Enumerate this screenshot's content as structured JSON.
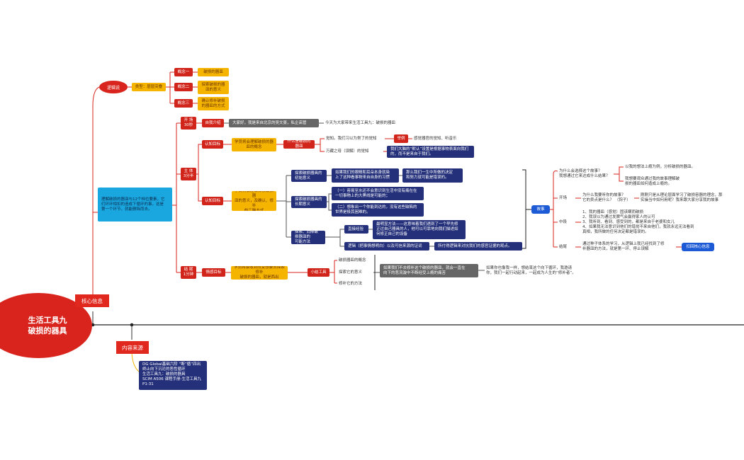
{
  "central": {
    "title": "生活工具九\n破损的器具"
  },
  "core_info": {
    "label": "核心信息"
  },
  "source": {
    "label": "内容来源",
    "text": "DG Global基础六阶 “断”循”四出\n终止向下沉沦的恶性循环\n生活工具九：破损的器具\nSCIM A506 课程手册-生活工具九\nP1-31"
  },
  "logic": {
    "root": "逻辑说",
    "type": "类型：层层突叠",
    "concepts": [
      {
        "label": "概念一",
        "desc": "破损的器皿"
      },
      {
        "label": "概念二",
        "desc": "探索破损的器\n皿的意义"
      },
      {
        "label": "概念三",
        "desc": "确认修补破损\n的器皿的方式"
      }
    ]
  },
  "summary": "理解破损的器皿与12个档位要素，它\n们环环相扣的造成下循环的事，这是\n第一个环节，就能删除而去。",
  "opening": {
    "label": "开  场\n30秒",
    "intro": "自我介绍",
    "hello": "大家好，我是来自北京的吴文豪，私企高管",
    "today": "今天为大家带来生活工具九：破损的器皿"
  },
  "main": {
    "label": "主  体\n3分半",
    "goal1": {
      "tag": "认知目标",
      "desc": "学员将会理解破损的器\n皿的概念",
      "what": "什么是破损的器皿",
      "perception": "觉知。我们习以为常了的觉知",
      "example": "举例",
      "example_text": "感觉器官的觉知、听音乐",
      "cognition": "万藏之母（误解）的觉知",
      "cognition_text": "我们大脑的“默认”设置是根据事物表面向我们\n的，而不是来自于我们。"
    },
    "goal2": {
      "tag": "认知目标",
      "desc": "学员将会理解探索破损器\n皿的意义，及确认、修补\n的三种方式",
      "b1_title": "探索破损器具的\n初始意义",
      "b1_text1": "如果我们的眼睛和耳朵本身就染\n上了这种看事物来自自身的习惯",
      "b1_text2": "那么我们一生中所做的决定\n和努力就可能是错误的。",
      "b2_title": "探索破损器具的\n长期意义",
      "b2_text1": "（一）容易至水还不会意识到生活中没有痛在在\n一切事物上的大黑线是可能的；",
      "b2_text2": "（二）想象出一个你能到达的，没有这些缺陷的\n世界是极其困难的。",
      "b3_title": "探索、消除破损器皿的\n可能方法",
      "direct": "直接经验",
      "direct_text": "最明显方法——这意味着我们遇到了一个早先修\n正过自己器具的人，他可以可靠地向我们描述如\n何修正自己的设备",
      "logic_text": "逻辑（把事情想明白）以及可信来源的证词",
      "logic_result": "所付得逻辑来对抗我们的感官证据的观点。"
    }
  },
  "ending": {
    "label": "结  尾\n1分钟",
    "tag": "情感目标",
    "desc": "学员将会收到改变想要去探索修补\n破损的器皿，就是西出",
    "tools": "小结工具",
    "t1": "破损器皿的概念",
    "t2": "探索它的意义",
    "t3": "修补它的方法",
    "grey": "如果我们不去修补这个破损的器皿，就会一直在\n向下的恶流漩中不断经受上瘾的痛苦",
    "final": "如果你也像我一样，想结束这个向下循环，我邀请\n你，我们一起行动起来，一起成为人生的“修补者”。"
  },
  "story": {
    "label": "故事",
    "q1": "为什么会选择这个故事？\n我想通过它来达成什么结果？",
    "a1a": "以我的想法上瘾为例，分析破损的器皿。",
    "a1b": "我想要观众通过我的故事理解破\n损的器皿如何造成上瘾的。",
    "open": "开场",
    "open_q": "为什么我要听你的故事？\n它的卖点是什么？ （钩子）",
    "open_a": "刚刚只是从理论层面学习了破损容器的理念，那\n实操当中如何用呢？我来跟大家分享我的故事",
    "middle": "中段",
    "middle_text": "1、我的器皿（感觉）固该瞒而破损\n2、我误以为通过发脾气会赢得家人的认可\n3、我听到、看到、感受到的，都是来自于老婆和女儿\n4、如果我无法意识到他们的错觉不来自他们，我就永远无法看到\n真相，我所做的任何决定都是错误的。",
    "end": "结尾",
    "end_text": "通过种子体系的学习，从逻辑上我已经找到了修\n补器皿的方法，就是第一环、停止误解",
    "end_button": "扣回核心信息"
  }
}
